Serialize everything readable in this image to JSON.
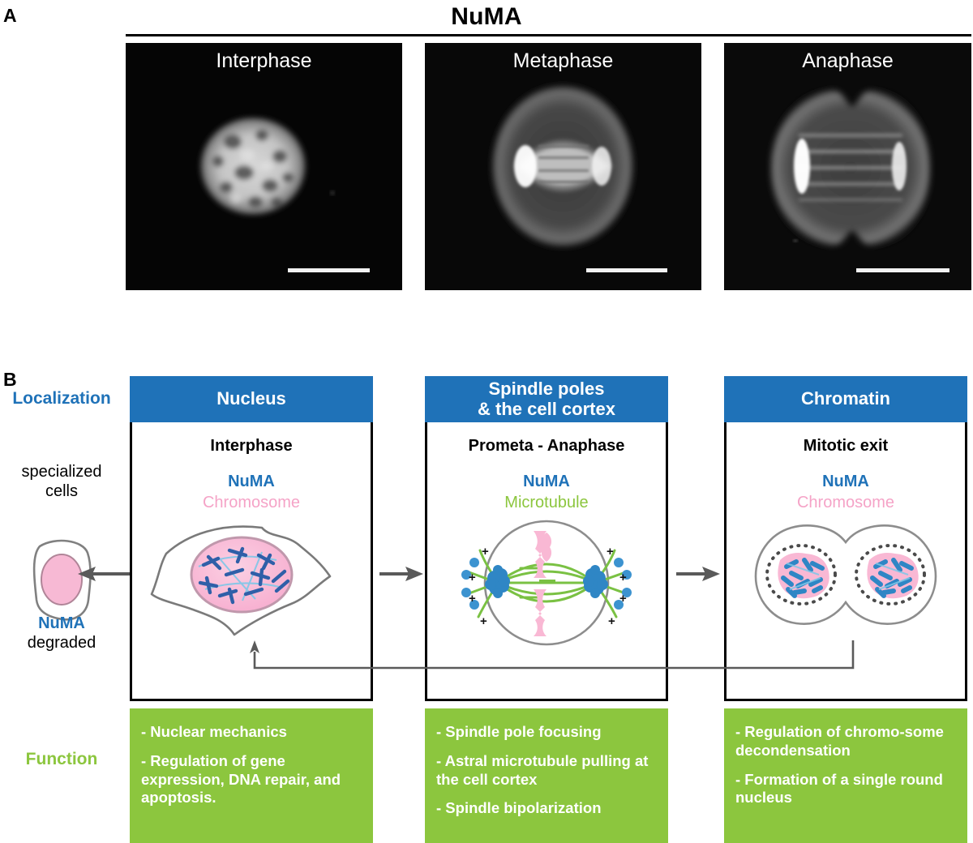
{
  "figure": {
    "panel_a": {
      "letter": "A",
      "title": "NuMA",
      "micrographs": [
        {
          "label": "Interphase",
          "stage": "interphase"
        },
        {
          "label": "Metaphase",
          "stage": "metaphase"
        },
        {
          "label": "Anaphase",
          "stage": "anaphase"
        }
      ]
    },
    "panel_b": {
      "letter": "B",
      "row_labels": {
        "localization": "Localization",
        "function": "Function"
      },
      "side_cell": {
        "top_label": "specialized\ncells",
        "top_label_line1": "specialized",
        "top_label_line2": "cells",
        "bottom_label_numa": "NuMA",
        "bottom_label_rest": "degraded"
      },
      "columns": [
        {
          "header": "Nucleus",
          "header_lines": [
            "Nucleus"
          ],
          "stage": "Interphase",
          "legend_primary": "NuMA",
          "legend_secondary": "Chromosome",
          "legend_secondary_kind": "chromosome",
          "functions": [
            "- Nuclear mechanics",
            "- Regulation of gene expression, DNA repair, and apoptosis."
          ]
        },
        {
          "header": "Spindle poles & the cell cortex",
          "header_lines": [
            "Spindle poles",
            "& the cell cortex"
          ],
          "stage": "Prometa - Anaphase",
          "legend_primary": "NuMA",
          "legend_secondary": "Microtubule",
          "legend_secondary_kind": "microtubule",
          "functions": [
            "- Spindle pole focusing",
            "- Astral microtubule pulling at the cell cortex",
            "- Spindle bipolarization"
          ]
        },
        {
          "header": "Chromatin",
          "header_lines": [
            "Chromatin"
          ],
          "stage": "Mitotic exit",
          "legend_primary": "NuMA",
          "legend_secondary": "Chromosome",
          "legend_secondary_kind": "chromosome",
          "functions": [
            "- Regulation of chromo-some decondensation",
            "- Formation of a single round nucleus"
          ]
        }
      ],
      "plus_end_marker": "+"
    },
    "colors": {
      "blue_header": "#1f72b8",
      "green_box": "#8cc63e",
      "pink_chromosome": "#f5a3c7",
      "numa_blue": "#1f72b8",
      "arrow_gray": "#5a5a5a",
      "outline_gray": "#808080",
      "micrograph_bg": "#050505"
    }
  }
}
